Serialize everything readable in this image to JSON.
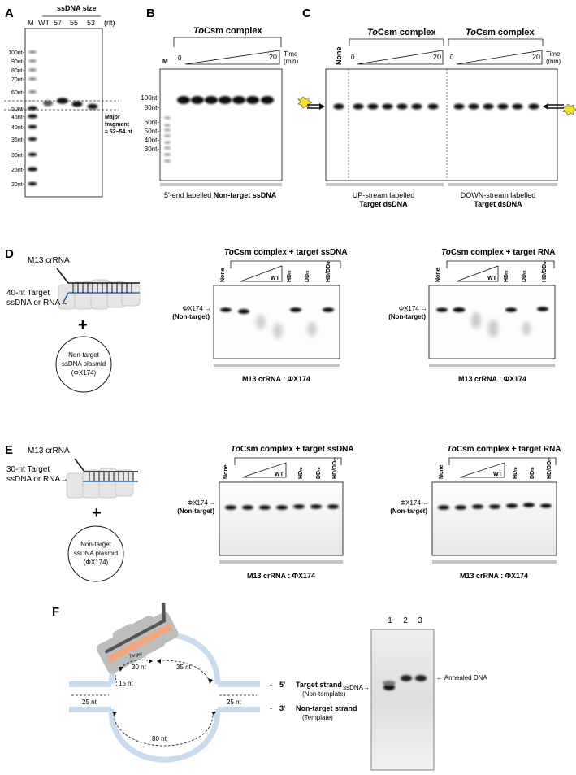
{
  "panelA": {
    "label": "A",
    "header": "ssDNA size",
    "lanes": [
      "M",
      "WT",
      "57",
      "55",
      "53"
    ],
    "unit": "(nt)",
    "ladder": [
      "100nt-",
      "90nt-",
      "80nt-",
      "70nt-",
      "60nt-",
      "50nt-",
      "45nt-",
      "40nt-",
      "35nt-",
      "30nt-",
      "25nt-",
      "20nt-"
    ],
    "note_line1": "Major",
    "note_line2": "fragment",
    "note_line3": "≈ 52~54 nt"
  },
  "panelB": {
    "label": "B",
    "title_italic": "To",
    "title_rest": "Csm complex",
    "marker": "M",
    "t0": "0",
    "t20": "20",
    "time": "Time",
    "unit": "(min)",
    "ladder": [
      "100nt-",
      "80nt-",
      "60nt-",
      "50nt-",
      "40nt-",
      "30nt-"
    ],
    "caption_plain": "5'-end labelled ",
    "caption_bold": "Non-target ssDNA"
  },
  "panelC": {
    "label": "C",
    "title_italic": "To",
    "title_rest": "Csm complex",
    "none": "None",
    "t0": "0",
    "t20": "20",
    "time": "Time",
    "unit": "(min)",
    "cap1_line1": "UP-stream labelled",
    "cap1_line2": "Target dsDNA",
    "cap2_line1": "DOWN-stream labelled",
    "cap2_line2": "Target dsDNA"
  },
  "panelD": {
    "label": "D",
    "crrna": "M13 crRNA",
    "target_line1": "40-nt Target",
    "target_line2": "ssDNA or RNA→",
    "plus": "+",
    "plasmid_line1": "Non-target",
    "plasmid_line2": "ssDNA plasmid",
    "plasmid_line3": "(ΦX174)",
    "gel1_title_italic": "To",
    "gel1_title_rest": "Csm complex + target ssDNA",
    "gel2_title_italic": "To",
    "gel2_title_rest": "Csm complex + target RNA",
    "lane_none": "None",
    "lane_wt": "WT",
    "lane_hd": "HD",
    "lane_dd": "DD",
    "lane_hddd": "HD/DD",
    "sub": "m",
    "band_line1": "ΦX174 →",
    "band_line2": "(Non-target)",
    "caption": "M13 crRNA : ΦX174"
  },
  "panelE": {
    "label": "E",
    "crrna": "M13 crRNA",
    "target_line1": "30-nt Target",
    "target_line2": "ssDNA or RNA→",
    "plus": "+",
    "plasmid_line1": "Non-target",
    "plasmid_line2": "ssDNA plasmid",
    "plasmid_line3": "(ΦX174)",
    "gel1_title_italic": "To",
    "gel1_title_rest": "Csm complex + target ssDNA",
    "gel2_title_italic": "To",
    "gel2_title_rest": "Csm complex + target RNA",
    "lane_none": "None",
    "lane_wt": "WT",
    "lane_hd": "HD",
    "lane_dd": "DD",
    "lane_hddd": "HD/DD",
    "sub": "m",
    "band_line1": "ΦX174 →",
    "band_line2": "(Non-target)",
    "caption": "M13 crRNA : ΦX174"
  },
  "panelF": {
    "label": "F",
    "target": "Target",
    "d30": "30 nt",
    "d35": "35 nt",
    "d15": "15 nt",
    "d25a": "25 nt",
    "d25b": "25 nt",
    "d80": "80 nt",
    "s5_prefix": "-",
    "s5_end": "5'",
    "s5_name": "Target strand",
    "s5_sub": "(Non-template)",
    "s3_prefix": "-",
    "s3_end": "3'",
    "s3_name": "Non-target strand",
    "s3_sub": "(Template)",
    "lanes": [
      "1",
      "2",
      "3"
    ],
    "ssdna": "ssDNA→",
    "annealed": "← Annealed DNA"
  }
}
